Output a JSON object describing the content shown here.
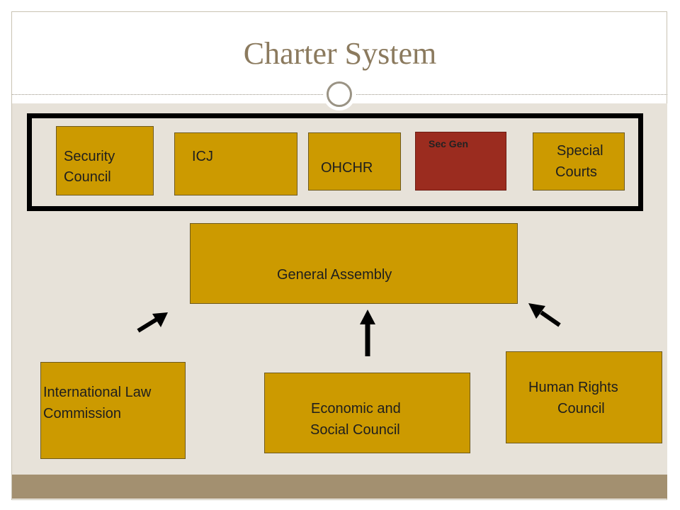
{
  "slide": {
    "title": "Charter System",
    "colors": {
      "box_fill": "#cc9a00",
      "highlight_fill": "#9b2c1f",
      "content_background": "#e7e2d9",
      "footer_band": "#a39070",
      "title_color": "#8b7a5e"
    }
  },
  "organs": {
    "security_council": {
      "line1": "Security",
      "line2": "Council"
    },
    "icj": {
      "label": "ICJ"
    },
    "ohchr": {
      "label": "OHCHR"
    },
    "sec_gen": {
      "label": "Sec Gen"
    },
    "special_courts": {
      "line1": "Special",
      "line2": "Courts"
    },
    "general_assembly": {
      "label": "General Assembly"
    },
    "ilc": {
      "line1": "International Law",
      "line2": "Commission"
    },
    "ecosoc": {
      "line1": "Economic and",
      "line2": "Social Council"
    },
    "hrc": {
      "line1": "Human Rights",
      "line2": "Council"
    }
  }
}
